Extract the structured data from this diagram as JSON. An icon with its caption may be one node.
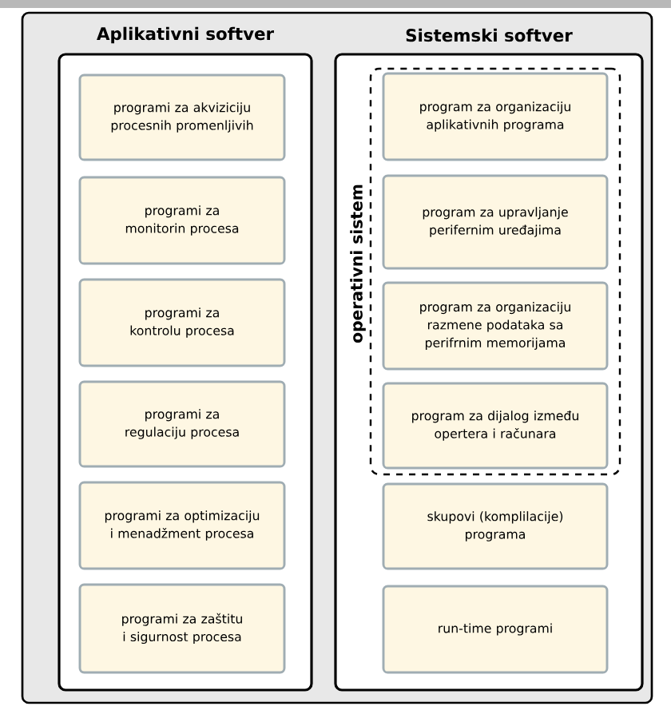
{
  "diagram": {
    "nodes": [
      {
        "text": [
          "Aplikativni softver"
        ]
      },
      {
        "text": [
          "programi za akviziciju procesnih promenljivih"
        ],
        "in": 0
      },
      {
        "text": [
          "programi za monitorin procesa"
        ],
        "in": 0
      },
      {
        "text": [
          "programi za kontrolu procesa"
        ],
        "in": 0
      },
      {
        "text": [
          "programi za regulaciju procesa"
        ],
        "in": 0
      },
      {
        "text": [
          "programi za optimizaciju i menadžment procesa"
        ],
        "in": 0
      },
      {
        "text": [
          "programi za zaštitu i sigurnost procesa"
        ],
        "in": 0
      },
      {
        "text": [
          "Sistemski softver"
        ]
      },
      {
        "text": [
          "operativni sistem"
        ],
        "in": 7
      },
      {
        "text": [
          "program za organizaciju aplikativnih programa"
        ],
        "in": 8
      },
      {
        "text": [
          "program za upravljanje perifernim uređajima"
        ],
        "in": 8
      },
      {
        "text": [
          "program za organizaciju razmene podataka sa perifrnim memorijama"
        ],
        "in": 8
      },
      {
        "text": [
          "program za dijalog između opertera i računara"
        ],
        "in": 8
      },
      {
        "text": [
          "skupovi (komplilacije) programa"
        ],
        "in": 7
      },
      {
        "text": [
          "run-time programi"
        ],
        "in": 7
      }
    ]
  }
}
